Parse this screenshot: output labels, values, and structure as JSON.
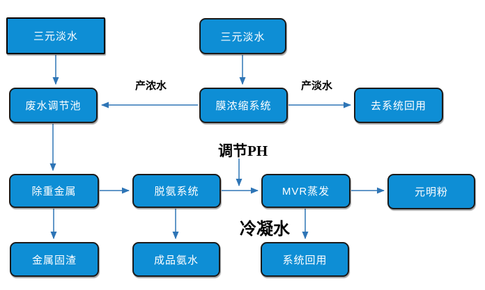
{
  "diagram": {
    "background": "#ffffff",
    "colors": {
      "node-fill": "#0e8ed5",
      "node-border": "#1a1a1a",
      "node-text": "#ffffff",
      "arrow": "#2e75b6",
      "label-text": "#000000",
      "background": "#ffffff"
    },
    "nodes": {
      "ternary_fresh_water_1": {
        "label": "三元淡水"
      },
      "ternary_fresh_water_2": {
        "label": "三元淡水"
      },
      "wastewater_regulating_tank": {
        "label": "废水调节池"
      },
      "membrane_concentration_system": {
        "label": "膜浓缩系统"
      },
      "to_system_reuse": {
        "label": "去系统回用"
      },
      "heavy_metal_removal": {
        "label": "除重金属"
      },
      "deamination_system": {
        "label": "脱氨系统"
      },
      "mvr_evaporation": {
        "label": "MVR蒸发"
      },
      "sodium_sulfate_powder": {
        "label": "元明粉"
      },
      "metal_solid_residue": {
        "label": "金属固渣"
      },
      "finished_ammonia_water": {
        "label": "成品氨水"
      },
      "system_reuse": {
        "label": "系统回用"
      }
    },
    "flow_labels": {
      "produced_concentrate": "产浓水",
      "produced_fresh_water": "产淡水",
      "adjust_ph": "调节PH",
      "condensate_water": "冷凝水"
    }
  }
}
